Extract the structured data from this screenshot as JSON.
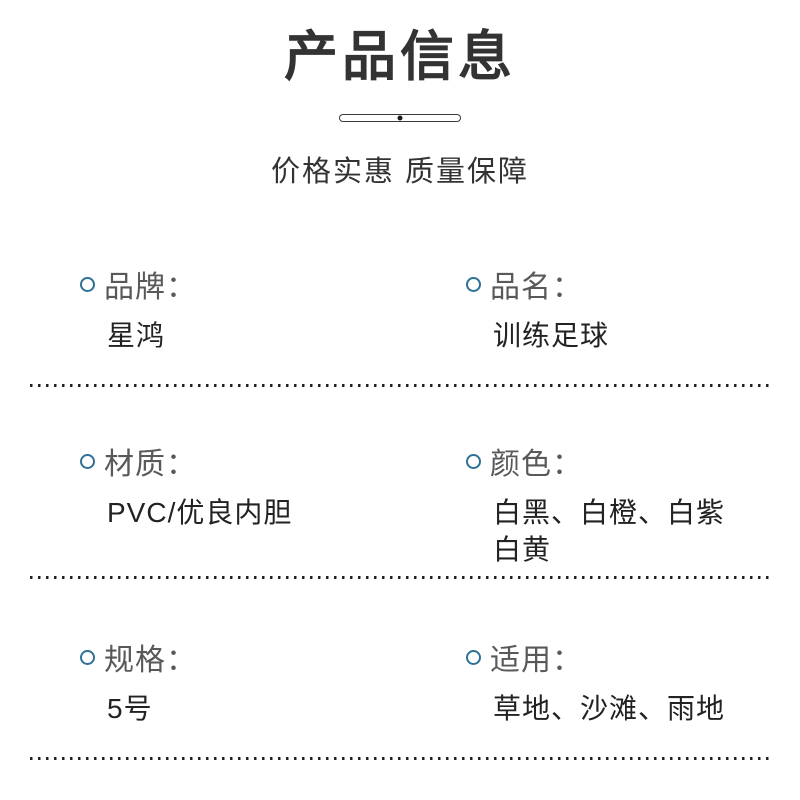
{
  "header": {
    "title": "产品信息",
    "subtitle": "价格实惠 质量保障"
  },
  "colors": {
    "title_text": "#333333",
    "label_text": "#595959",
    "value_text": "#222222",
    "bullet_ring": "#2e7195",
    "divider_dots": "#222222",
    "background": "#ffffff"
  },
  "info": {
    "rows": [
      {
        "left": {
          "label": "品牌：",
          "value": "星鸿"
        },
        "right": {
          "label": "品名：",
          "value": "训练足球"
        }
      },
      {
        "left": {
          "label": "材质：",
          "value": "PVC/优良内胆"
        },
        "right": {
          "label": "颜色：",
          "value": "白黑、白橙、白紫\n白黄"
        }
      },
      {
        "left": {
          "label": "规格：",
          "value": "5号"
        },
        "right": {
          "label": "适用：",
          "value": "草地、沙滩、雨地"
        }
      }
    ]
  }
}
